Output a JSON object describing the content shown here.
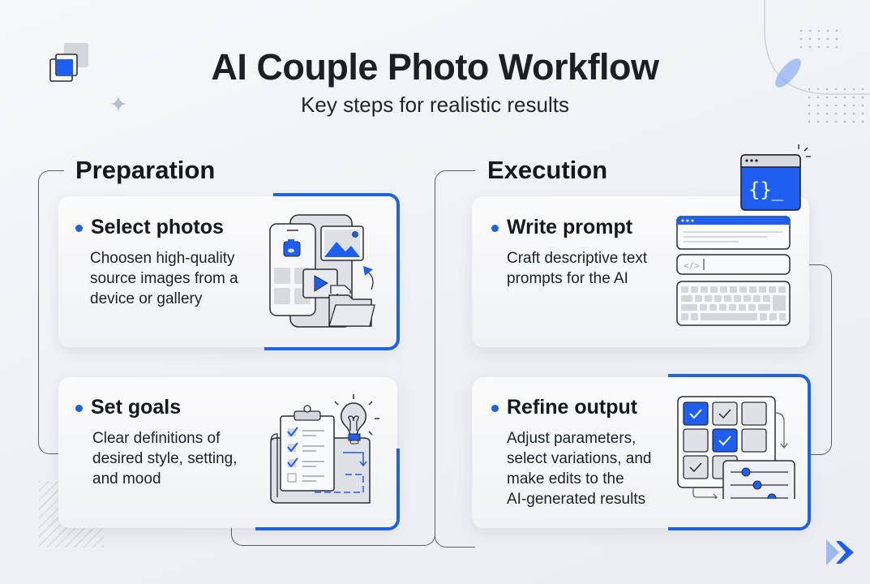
{
  "header": {
    "title": "AI Couple Photo Workflow",
    "subtitle": "Key steps for realistic results"
  },
  "sections": [
    {
      "title": "Preparation",
      "steps": [
        {
          "heading": "Select photos",
          "description": "Choosen high-quality source images from a device or gallery",
          "desc_lines": [
            "Choosen high-quality",
            "source images from a",
            "device or gallery"
          ],
          "icon": "photo-gallery-icon"
        },
        {
          "heading": "Set goals",
          "description": "Clear definitions of desired style, setting, and mood",
          "desc_lines": [
            "Clear definitions of",
            "desired style, setting,",
            "and mood"
          ],
          "icon": "clipboard-lightbulb-icon"
        }
      ]
    },
    {
      "title": "Execution",
      "steps": [
        {
          "heading": "Write prompt",
          "description": "Craft descriptive text prompts for the AI",
          "desc_lines": [
            "Craft descriptive text",
            "prompts for the AI"
          ],
          "icon": "prompt-keyboard-icon",
          "input_glyph": "</>"
        },
        {
          "heading": "Refine output",
          "description": "Adjust parameters, select variations, and make edits to the AI-generated results",
          "desc_lines": [
            "Adjust parameters,",
            "select variations, and",
            "make edits to the",
            "AI-generated results"
          ],
          "icon": "grid-sliders-icon"
        }
      ]
    }
  ],
  "decorations": {
    "code_window_glyph": "{}_",
    "icons": [
      "layers-icon",
      "sparkle-icon",
      "code-window-icon",
      "next-chevrons-icon",
      "dot-grid",
      "hatch-pattern"
    ]
  },
  "colors": {
    "accent": "#1f63dd",
    "text": "#1a1d23",
    "background": "#eef0f4",
    "outline": "#5b5f66"
  }
}
